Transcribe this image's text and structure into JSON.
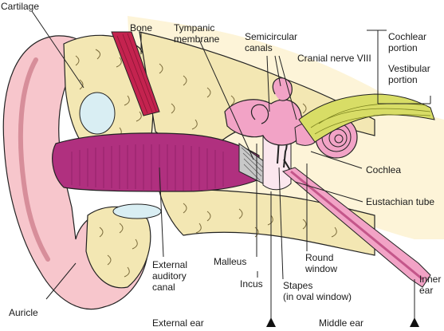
{
  "labels": {
    "cartilage": "Cartilage",
    "bone": "Bone",
    "tympanic_line1": "Tympanic",
    "tympanic_line2": "membrane",
    "semicircular_line1": "Semicircular",
    "semicircular_line2": "canals",
    "cranial_nerve": "Cranial nerve VIII",
    "cochlear_line1": "Cochlear",
    "cochlear_line2": "portion",
    "vestibular_line1": "Vestibular",
    "vestibular_line2": "portion",
    "cochlea": "Cochlea",
    "eustachian": "Eustachian tube",
    "ext_canal_line1": "External",
    "ext_canal_line2": "auditory",
    "ext_canal_line3": "canal",
    "malleus": "Malleus",
    "incus": "Incus",
    "stapes_line1": "Stapes",
    "stapes_line2": "(in oval window)",
    "round_line1": "Round",
    "round_line2": "window",
    "inner_line1": "Inner",
    "inner_line2": "ear",
    "auricle": "Auricle",
    "external_ear": "External ear",
    "middle_ear": "Middle ear"
  },
  "colors": {
    "skin": "#f7c6cc",
    "skin_dark": "#e9a3ad",
    "cream": "#fbf1c9",
    "bone_fill": "#f3e7b3",
    "canal": "#b0307f",
    "canal_light": "#d85aa8",
    "muscle": "#c4234f",
    "cartilage_blue": "#d9eef3",
    "pink_organ": "#f2a3c6",
    "nerve_green": "#d8dd66",
    "outline": "#222222"
  }
}
